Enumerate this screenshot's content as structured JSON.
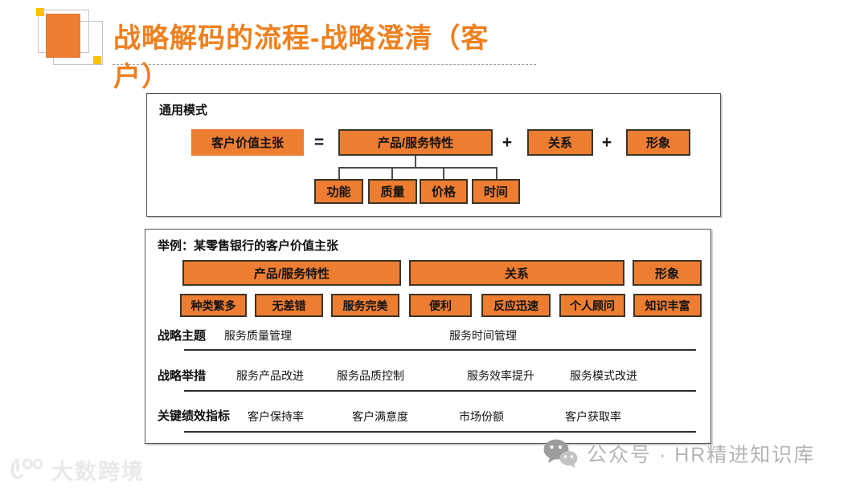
{
  "title": {
    "text": "战略解码的流程-战略澄清（客户）"
  },
  "general_model": {
    "label": "通用模式",
    "value_proposition": "客户价值主张",
    "equals_sign": "=",
    "plus_sign": "+",
    "components": [
      "产品/服务特性",
      "关系",
      "形象"
    ],
    "sub_components": [
      "功能",
      "质量",
      "价格",
      "时间"
    ]
  },
  "example": {
    "label": "举例：某零售银行的客户价值主张",
    "categories": [
      "产品/服务特性",
      "关系",
      "形象"
    ],
    "attributes": [
      "种类繁多",
      "无差错",
      "服务完美",
      "便利",
      "反应迅速",
      "个人顾问",
      "知识丰富"
    ],
    "detail_rows": [
      {
        "label": "战略主题",
        "items": [
          "服务质量管理",
          "服务时间管理"
        ]
      },
      {
        "label": "战略举措",
        "items": [
          "服务产品改进",
          "服务品质控制",
          "服务效率提升",
          "服务模式改进"
        ]
      },
      {
        "label": "关键绩效指标",
        "items": [
          "客户保持率",
          "客户满意度",
          "市场份额",
          "客户获取率"
        ]
      }
    ]
  },
  "watermarks": {
    "left_logo_text": "大数跨境",
    "right_text": "公众号 · HR精进知识库"
  },
  "colors": {
    "accent_orange": "#ED7D31",
    "title_orange": "#F0801E",
    "gold": "#FFC000"
  }
}
